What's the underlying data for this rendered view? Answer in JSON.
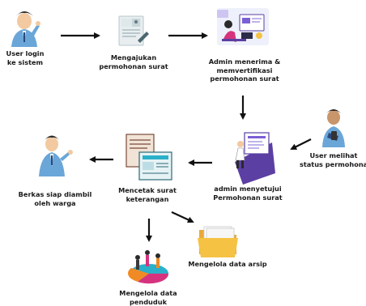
{
  "steps": {
    "user_login": [
      "User login",
      "ke sistem"
    ],
    "mengajukan": [
      "Mengajukan",
      "permohonan surat"
    ],
    "admin_verifikasi": [
      "Admin menerima &",
      "memvertifikasi",
      "permohonan surat"
    ],
    "user_melihat": [
      "User melihat",
      "status permohonan"
    ],
    "admin_setuju": [
      "admin menyetujui",
      "Permohonan surat"
    ],
    "mencetak": [
      "Mencetak surat",
      "keterangan"
    ],
    "berkas": [
      "Berkas siap diambil",
      "oleh warga"
    ],
    "arsip": [
      "Mengelola data arsip"
    ],
    "penduduk": [
      "Mengelola data",
      "penduduk"
    ]
  },
  "colors": {
    "arrow": "#111111",
    "text": "#1a1a1a",
    "shirt_blue": "#6aa6d8",
    "hair_dark": "#2a2a2a",
    "skin": "#f2c9a0",
    "purple_platform": "#5b3fa3",
    "pie_orange": "#f08a24",
    "pie_magenta": "#d6337f",
    "pie_cyan": "#2bb0c9",
    "folder_yellow": "#f5c243",
    "doc_grey": "#e8eef0"
  }
}
